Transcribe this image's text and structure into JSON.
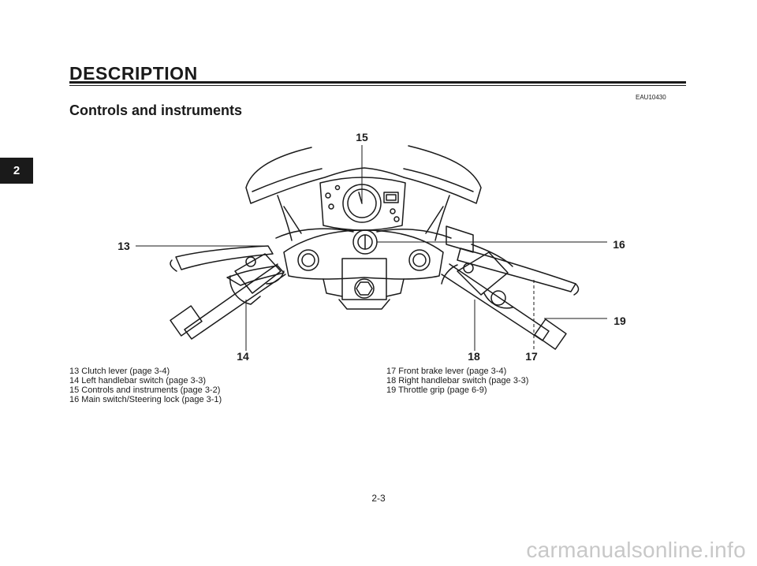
{
  "header": {
    "section_title": "DESCRIPTION",
    "chapter_tab": "2",
    "ref_code": "EAU10430",
    "subtitle": "Controls and instruments"
  },
  "diagram": {
    "callouts": {
      "c13": "13",
      "c14": "14",
      "c15": "15",
      "c16": "16",
      "c17": "17",
      "c18": "18",
      "c19": "19"
    }
  },
  "legend": {
    "left": [
      "13 Clutch lever (page 3-4)",
      "14 Left handlebar switch (page 3-3)",
      "15 Controls and instruments (page 3-2)",
      "16 Main switch/Steering lock (page 3-1)"
    ],
    "right": [
      "17 Front brake lever (page 3-4)",
      "18 Right handlebar switch (page 3-3)",
      "19 Throttle grip (page 6-9)"
    ]
  },
  "footer": {
    "page_number": "2-3",
    "watermark": "carmanualsonline.info"
  }
}
